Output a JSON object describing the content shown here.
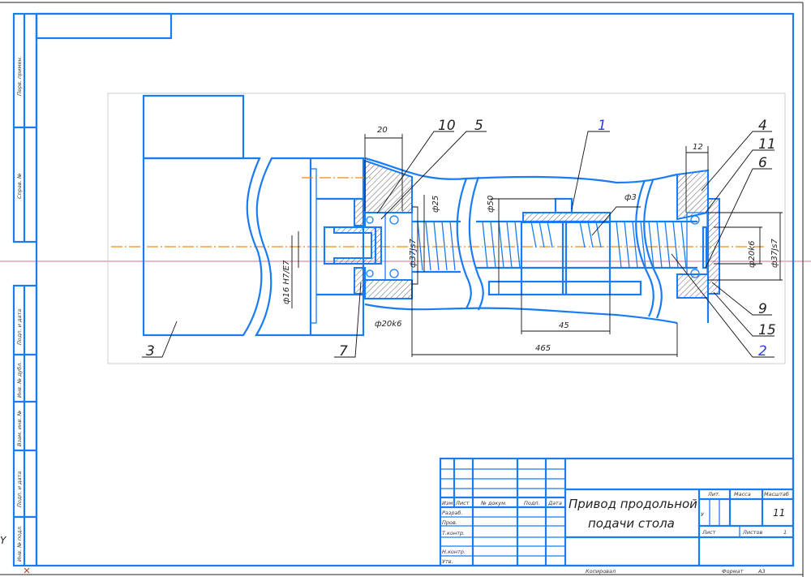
{
  "drawing": {
    "title_line1": "Привод продольной",
    "title_line2": "подачи стола",
    "scale": "11",
    "sheet_format_label": "Формат",
    "sheet_format": "А3",
    "copied_label": "Копировал",
    "litera_value": "У",
    "sheets_count": "1"
  },
  "title_block": {
    "headers": [
      "Изм",
      "Лист",
      "№ докум.",
      "Подп.",
      "Дата"
    ],
    "roles": [
      "Разраб.",
      "Пров.",
      "Т.контр.",
      "",
      "Н.контр.",
      "Утв."
    ],
    "lit": "Лит.",
    "mass": "Масса",
    "scale_label": "Масштаб",
    "sheet": "Лист",
    "sheets": "Листов"
  },
  "side_strip": {
    "top": [
      "Перв. примен.",
      "Справ. №"
    ],
    "bottom": [
      "Подп. и дата",
      "Инв. № дубл.",
      "Взам. инв. №",
      "Подп. и дата",
      "Инв. № подл."
    ]
  },
  "dimensions": {
    "d20": "20",
    "d25": "ф25",
    "d37js7_left": "ф37Js7",
    "d20k6_left": "ф20k6",
    "fit_left": "ф16 H7/E7",
    "d50": "ф50",
    "d3": "ф3",
    "d45": "45",
    "d465": "465",
    "d12": "12",
    "d20k6_right": "ф20k6",
    "d37js7_right": "ф37Js7"
  },
  "positions": {
    "p1": "1",
    "p2": "2",
    "p3": "3",
    "p4": "4",
    "p5": "5",
    "p6": "6",
    "p7": "7",
    "p9": "9",
    "p10": "10",
    "p11": "11",
    "p15": "15"
  },
  "colors": {
    "line": "#1a7cf5",
    "axis": "#f28a1a",
    "cursor": "#c0406a"
  }
}
